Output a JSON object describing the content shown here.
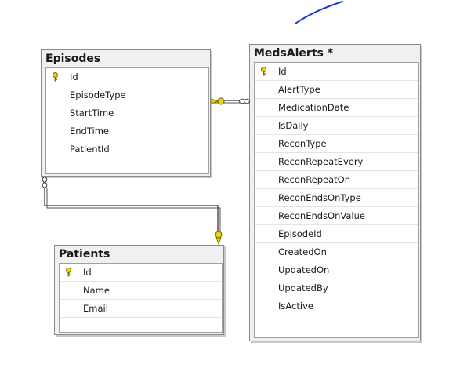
{
  "tables": {
    "episodes": {
      "title": "Episodes",
      "columns": [
        "Id",
        "EpisodeType",
        "StartTime",
        "EndTime",
        "PatientId"
      ]
    },
    "meds_alerts": {
      "title": "MedsAlerts *",
      "columns": [
        "Id",
        "AlertType",
        "MedicationDate",
        "IsDaily",
        "ReconType",
        "ReconRepeatEvery",
        "ReconRepeatOn",
        "ReconEndsOnType",
        "ReconEndsOnValue",
        "EpisodeId",
        "CreatedOn",
        "UpdatedOn",
        "UpdatedBy",
        "IsActive"
      ]
    },
    "patients": {
      "title": "Patients",
      "columns": [
        "Id",
        "Name",
        "Email"
      ]
    }
  },
  "colors": {
    "key_icon": "#e8d800",
    "relationship_line": "#505050",
    "pen_stroke": "#1f3bd6"
  },
  "icons": {
    "primary_key": "key-icon",
    "one_end": "key-icon",
    "many_end": "infinity-icon"
  }
}
